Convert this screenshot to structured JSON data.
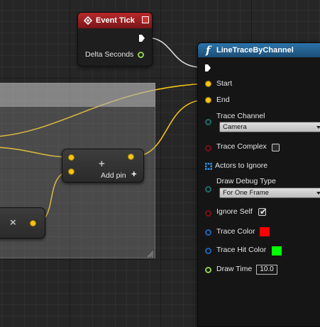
{
  "event_tick": {
    "title": "Event Tick",
    "delta_seconds_label": "Delta Seconds"
  },
  "line_trace": {
    "title": "LineTraceByChannel",
    "function_glyph": "f",
    "pins": {
      "start": "Start",
      "end": "End",
      "trace_channel": "Trace Channel",
      "trace_channel_value": "Camera",
      "trace_complex": "Trace Complex",
      "actors_to_ignore": "Actors to Ignore",
      "draw_debug_type": "Draw Debug Type",
      "draw_debug_type_value": "For One Frame",
      "ignore_self": "Ignore Self",
      "trace_color": "Trace Color",
      "trace_hit_color": "Trace Hit Color",
      "draw_time": "Draw Time",
      "draw_time_value": "10.0"
    },
    "checkbox_states": {
      "trace_complex": false,
      "ignore_self": true
    },
    "colors": {
      "trace_color": "#ff0000",
      "trace_hit_color": "#00ff00"
    }
  },
  "make_array_node": {
    "add_pin_label": "Add pin",
    "plus_glyph": "+"
  },
  "math_node": {
    "glyph": "×"
  },
  "theme": {
    "event_header": "#b8292b",
    "function_header": "#2b73a8",
    "wire_yellow": "#f3c317",
    "exec_wire": "#d8d8d8"
  }
}
